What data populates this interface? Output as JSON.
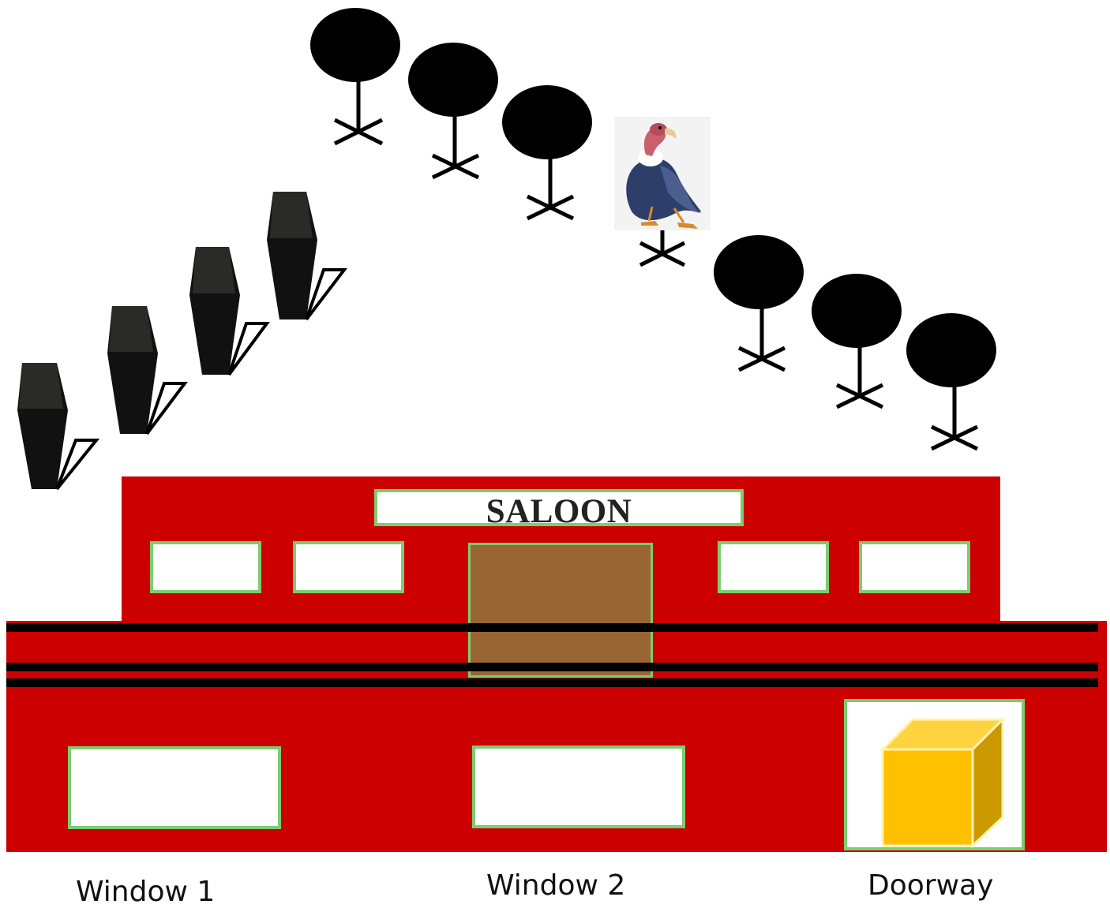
{
  "sign": {
    "text": "SALOON"
  },
  "labels": {
    "window1": "Window 1",
    "window2": "Window 2",
    "doorway": "Doorway"
  },
  "colors": {
    "building": "#cc0000",
    "window_border": "#7ccc70",
    "balcony_door": "#996633",
    "crate": "#ffc000",
    "stripes": "#000000"
  },
  "icons": {
    "tombstones": "tombstone-icon",
    "trees": "tree-icon",
    "vulture": "vulture-icon",
    "crate": "crate-icon"
  }
}
